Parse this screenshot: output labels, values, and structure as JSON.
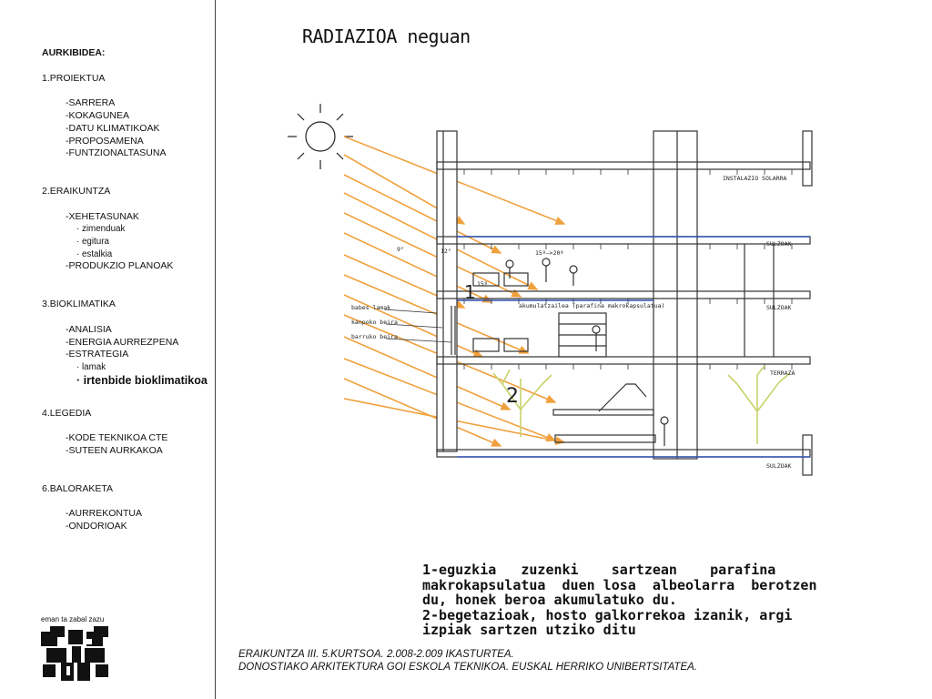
{
  "nav": {
    "heading": "AURKIBIDEA:",
    "sections": [
      {
        "title": "1.PROIEKTUA",
        "items": [
          {
            "label": "-SARRERA"
          },
          {
            "label": "-KOKAGUNEA"
          },
          {
            "label": "-DATU KLIMATIKOAK"
          },
          {
            "label": "-PROPOSAMENA"
          },
          {
            "label": "-FUNTZIONALTASUNA"
          }
        ]
      },
      {
        "title": "2.ERAIKUNTZA",
        "items": [
          {
            "label": "-XEHETASUNAK",
            "subs": [
              "zimenduak",
              "egitura",
              "estalkia"
            ]
          },
          {
            "label": "-PRODUKZIO PLANOAK"
          }
        ]
      },
      {
        "title": "3.BIOKLIMATIKA",
        "items": [
          {
            "label": "-ANALISIA"
          },
          {
            "label": "-ENERGIA AURREZPENA"
          },
          {
            "label": "-ESTRATEGIA",
            "subs": [
              "lamak"
            ],
            "active_sub": "irtenbide bioklimatikoa"
          }
        ]
      },
      {
        "title": "4.LEGEDIA",
        "items": [
          {
            "label": "-KODE TEKNIKOA  CTE"
          },
          {
            "label": "-SUTEEN AURKAKOA"
          }
        ]
      },
      {
        "title": "6.BALORAKETA",
        "items": [
          {
            "label": "-AURREKONTUA"
          },
          {
            "label": "-ONDORIOAK"
          }
        ]
      }
    ]
  },
  "logo": {
    "text": "eman ta zabal zazu"
  },
  "diagram": {
    "title": "RADIAZIOA neguan",
    "labels": {
      "roof_install": "INSTALAZIO SOLARRA",
      "sulzoak_1": "SULZOAK",
      "sulzoak_2": "SULZOAK",
      "sulzoak_3": "SULZOAK",
      "terraza": "TERRAZA",
      "angle_9": "9°",
      "angle_12": "12°",
      "temp_range": "15º—>20º",
      "temp_15": "15º",
      "paraffin": "akumulatzailea (parafina makrokapsulatua)",
      "lama_1": "babes lamak",
      "lama_2": "kanpoko beira",
      "lama_3": "barruko beira",
      "marker_1": "1",
      "marker_2": "2"
    }
  },
  "caption": {
    "lines": [
      "1-eguzkia   zuzenki    sartzean    parafina",
      "makrokapsulatua  duen losa  albeolarra  berotzen",
      "du, honek beroa akumulatuko du.",
      "2-begetazioak, hosto galkorrekoa izanik, argi",
      "izpiak sartzen utziko ditu"
    ]
  },
  "footer": {
    "line1": "ERAIKUNTZA III. 5.KURTSOA. 2.008-2.009 IKASTURTEA.",
    "line2": "DONOSTIAKO ARKITEKTURA GOI ESKOLA TEKNIKOA. EUSKAL HERRIKO UNIBERTSITATEA."
  }
}
